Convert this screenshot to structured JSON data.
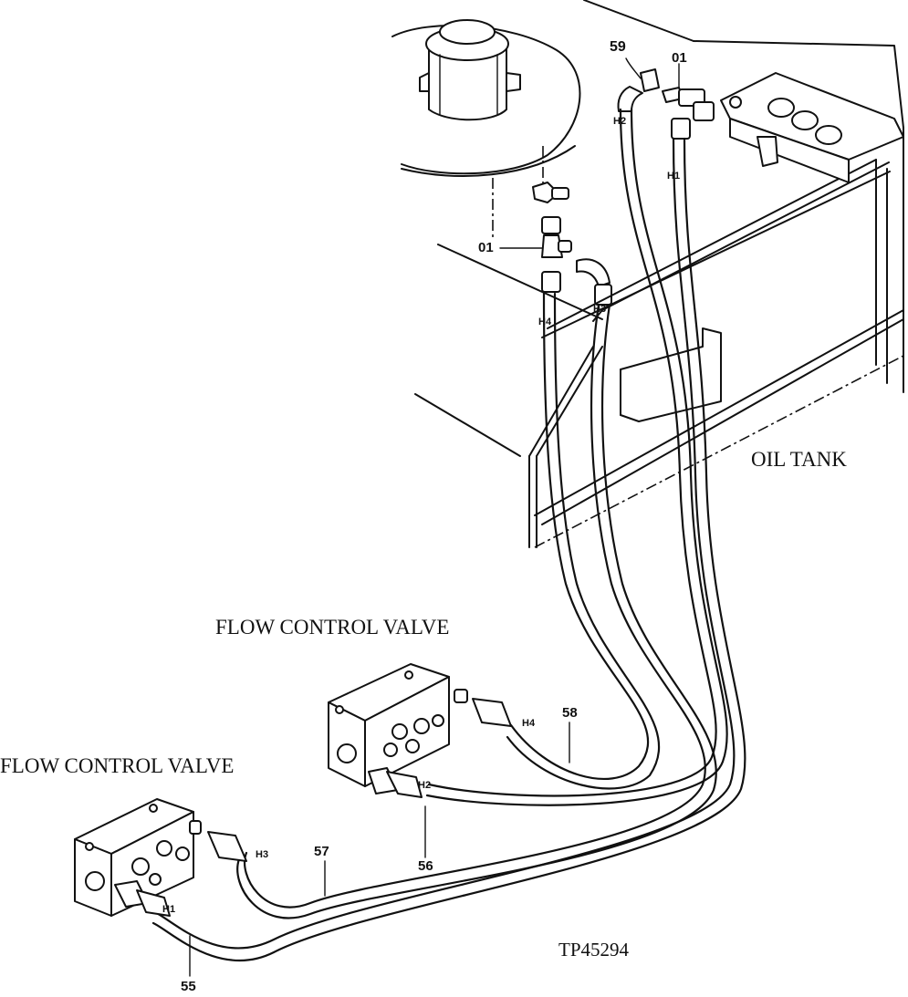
{
  "labels": {
    "oil_tank": "OIL TANK",
    "flow_control_valve_upper": "FLOW CONTROL VALVE",
    "flow_control_valve_lower": "FLOW CONTROL VALVE",
    "figure_ref": "TP45294"
  },
  "part_numbers": {
    "p59": "59",
    "p01_top": "01",
    "p01_left": "01",
    "p58": "58",
    "p57": "57",
    "p56": "56",
    "p55": "55"
  },
  "hose_tags": {
    "h2_top": "H2",
    "h1_top": "H1",
    "h4_top": "H4",
    "h3_top": "H3",
    "h4_bottom": "H4",
    "h2_bottom": "H2",
    "h3_bottom": "H3",
    "h1_bottom": "H1"
  }
}
